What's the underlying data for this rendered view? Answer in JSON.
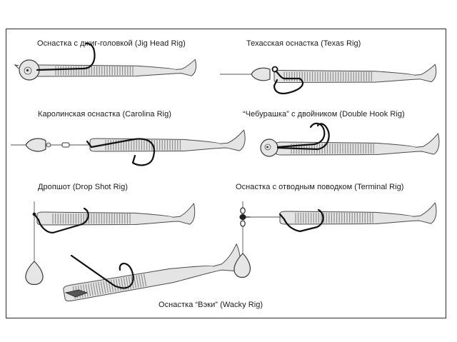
{
  "rigs": {
    "jig_head": {
      "label": "Оснастка с джиг-головкой (Jig Head Rig)"
    },
    "texas": {
      "label": "Техасская оснастка (Texas Rig)"
    },
    "carolina": {
      "label": "Каролинская оснастка (Carolina Rig)"
    },
    "double_hook": {
      "label": "“Чебурашка” с двойником (Double Hook Rig)"
    },
    "drop_shot": {
      "label": "Дропшот (Drop Shot Rig)"
    },
    "terminal": {
      "label": "Оснастка с отводным поводком (Terminal Rig)"
    },
    "wacky": {
      "label": "Оснастка “Вэки” (Wacky Rig)"
    }
  },
  "colors": {
    "lure_fill": "#e4e4e4",
    "lure_stroke": "#4a4a4a",
    "rib": "#8a8a8a",
    "hook": "#111111",
    "sinker_fill": "#e6e6e6",
    "line": "#555555"
  }
}
